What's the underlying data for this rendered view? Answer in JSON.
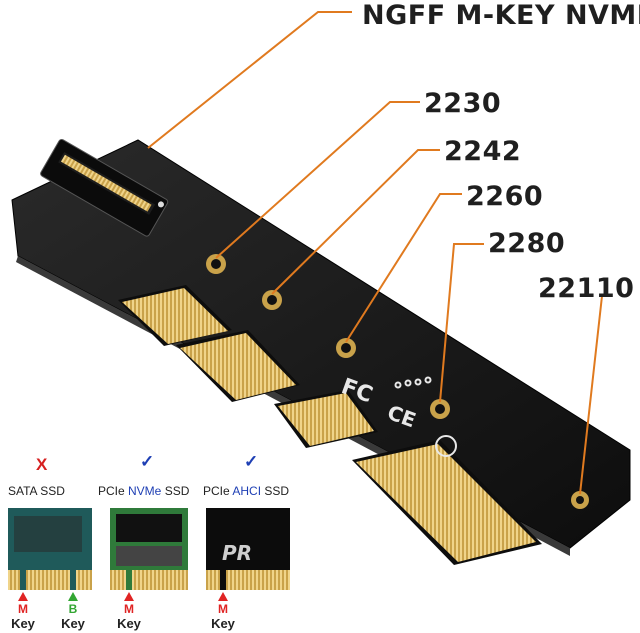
{
  "callouts": {
    "interface": "NGFF M-KEY NVME",
    "size_2230": "2230",
    "size_2242": "2242",
    "size_2260": "2260",
    "size_2280": "2280",
    "size_22110": "22110"
  },
  "ssd_types": [
    {
      "title_a": "SATA SSD",
      "title_hl": "",
      "title_b": "",
      "mark": "X",
      "mark_color": "#d62020",
      "compatible": false
    },
    {
      "title_a": "PCIe ",
      "title_hl": "NVMe",
      "title_b": " SSD",
      "mark": "✓",
      "mark_color": "#1e3fb4",
      "compatible": true
    },
    {
      "title_a": "PCIe ",
      "title_hl": "AHCI",
      "title_b": " SSD",
      "mark": "✓",
      "mark_color": "#1e3fb4",
      "compatible": true
    }
  ],
  "keys": [
    {
      "letter": "M",
      "word": "Key",
      "color": "#e02424"
    },
    {
      "letter": "B",
      "word": "Key",
      "color": "#33a633"
    },
    {
      "letter": "M",
      "word": "Key",
      "color": "#e02424"
    },
    {
      "letter": "M",
      "word": "Key",
      "color": "#e02424"
    }
  ],
  "colors": {
    "callout_line": "#e07a1f",
    "board": "#141414",
    "gold": "#d9b45a",
    "highlight_blue": "#1e3fb4"
  }
}
